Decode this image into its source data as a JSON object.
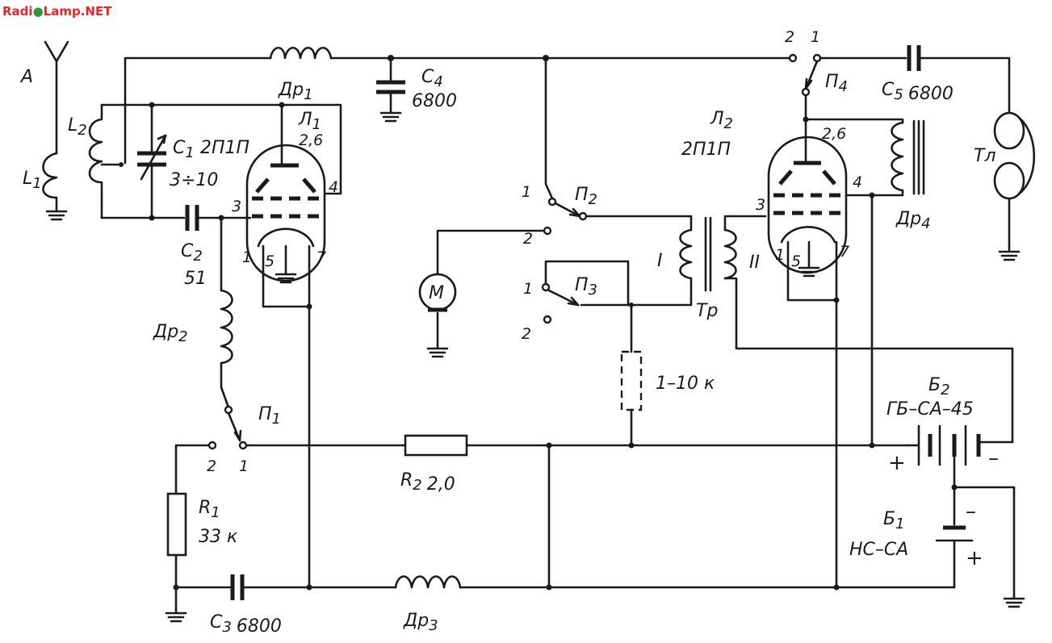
{
  "watermark": {
    "part1": "Radi",
    "part2": "Lamp.NET",
    "color_red": "#e8262a",
    "color_green": "#2e9a3e"
  },
  "antenna": {
    "label": "А"
  },
  "inductors": {
    "l1": "L",
    "l1_sub": "1",
    "l2": "L",
    "l2_sub": "2"
  },
  "chokes": {
    "dr1": "Др",
    "dr1_sub": "1",
    "dr2": "Др",
    "dr2_sub": "2",
    "dr3": "Др",
    "dr3_sub": "3",
    "dr4": "Др",
    "dr4_sub": "4"
  },
  "capacitors": {
    "c1": "C",
    "c1_sub": "1",
    "c1_value": "3÷10",
    "c2": "C",
    "c2_sub": "2",
    "c2_value": "51",
    "c3": "C",
    "c3_sub": "3",
    "c3_value": "6800",
    "c4": "C",
    "c4_sub": "4",
    "c4_value": "6800",
    "c5": "C",
    "c5_sub": "5",
    "c5_value": "6800"
  },
  "tubes": {
    "l1": "Л",
    "l1_sub": "1",
    "l1_type": "2П1П",
    "l2": "Л",
    "l2_sub": "2",
    "l2_type": "2П1П"
  },
  "tube_pins": {
    "p26": "2,6",
    "p3": "3",
    "p4": "4",
    "p1": "1",
    "p5": "5",
    "p7": "7"
  },
  "switches": {
    "p1": "П",
    "p1_sub": "1",
    "p2": "П",
    "p2_sub": "2",
    "p3": "П",
    "p3_sub": "3",
    "p4": "П",
    "p4_sub": "4",
    "pos1": "1",
    "pos2": "2"
  },
  "resistors": {
    "r1": "R",
    "r1_sub": "1",
    "r1_value": "33 к",
    "r2": "R",
    "r2_sub": "2",
    "r2_value": "2,0",
    "r3_value": "1–10 к"
  },
  "transformer": {
    "label": "Тр",
    "winding1": "I",
    "winding2": "II"
  },
  "motor": {
    "label": "М"
  },
  "phones": {
    "label": "Тл"
  },
  "batteries": {
    "b2": "Б",
    "b2_sub": "2",
    "b2_type": "ГБ–СА–45",
    "b1": "Б",
    "b1_sub": "1",
    "b1_type": "НС–СА",
    "plus": "+",
    "minus": "–"
  }
}
